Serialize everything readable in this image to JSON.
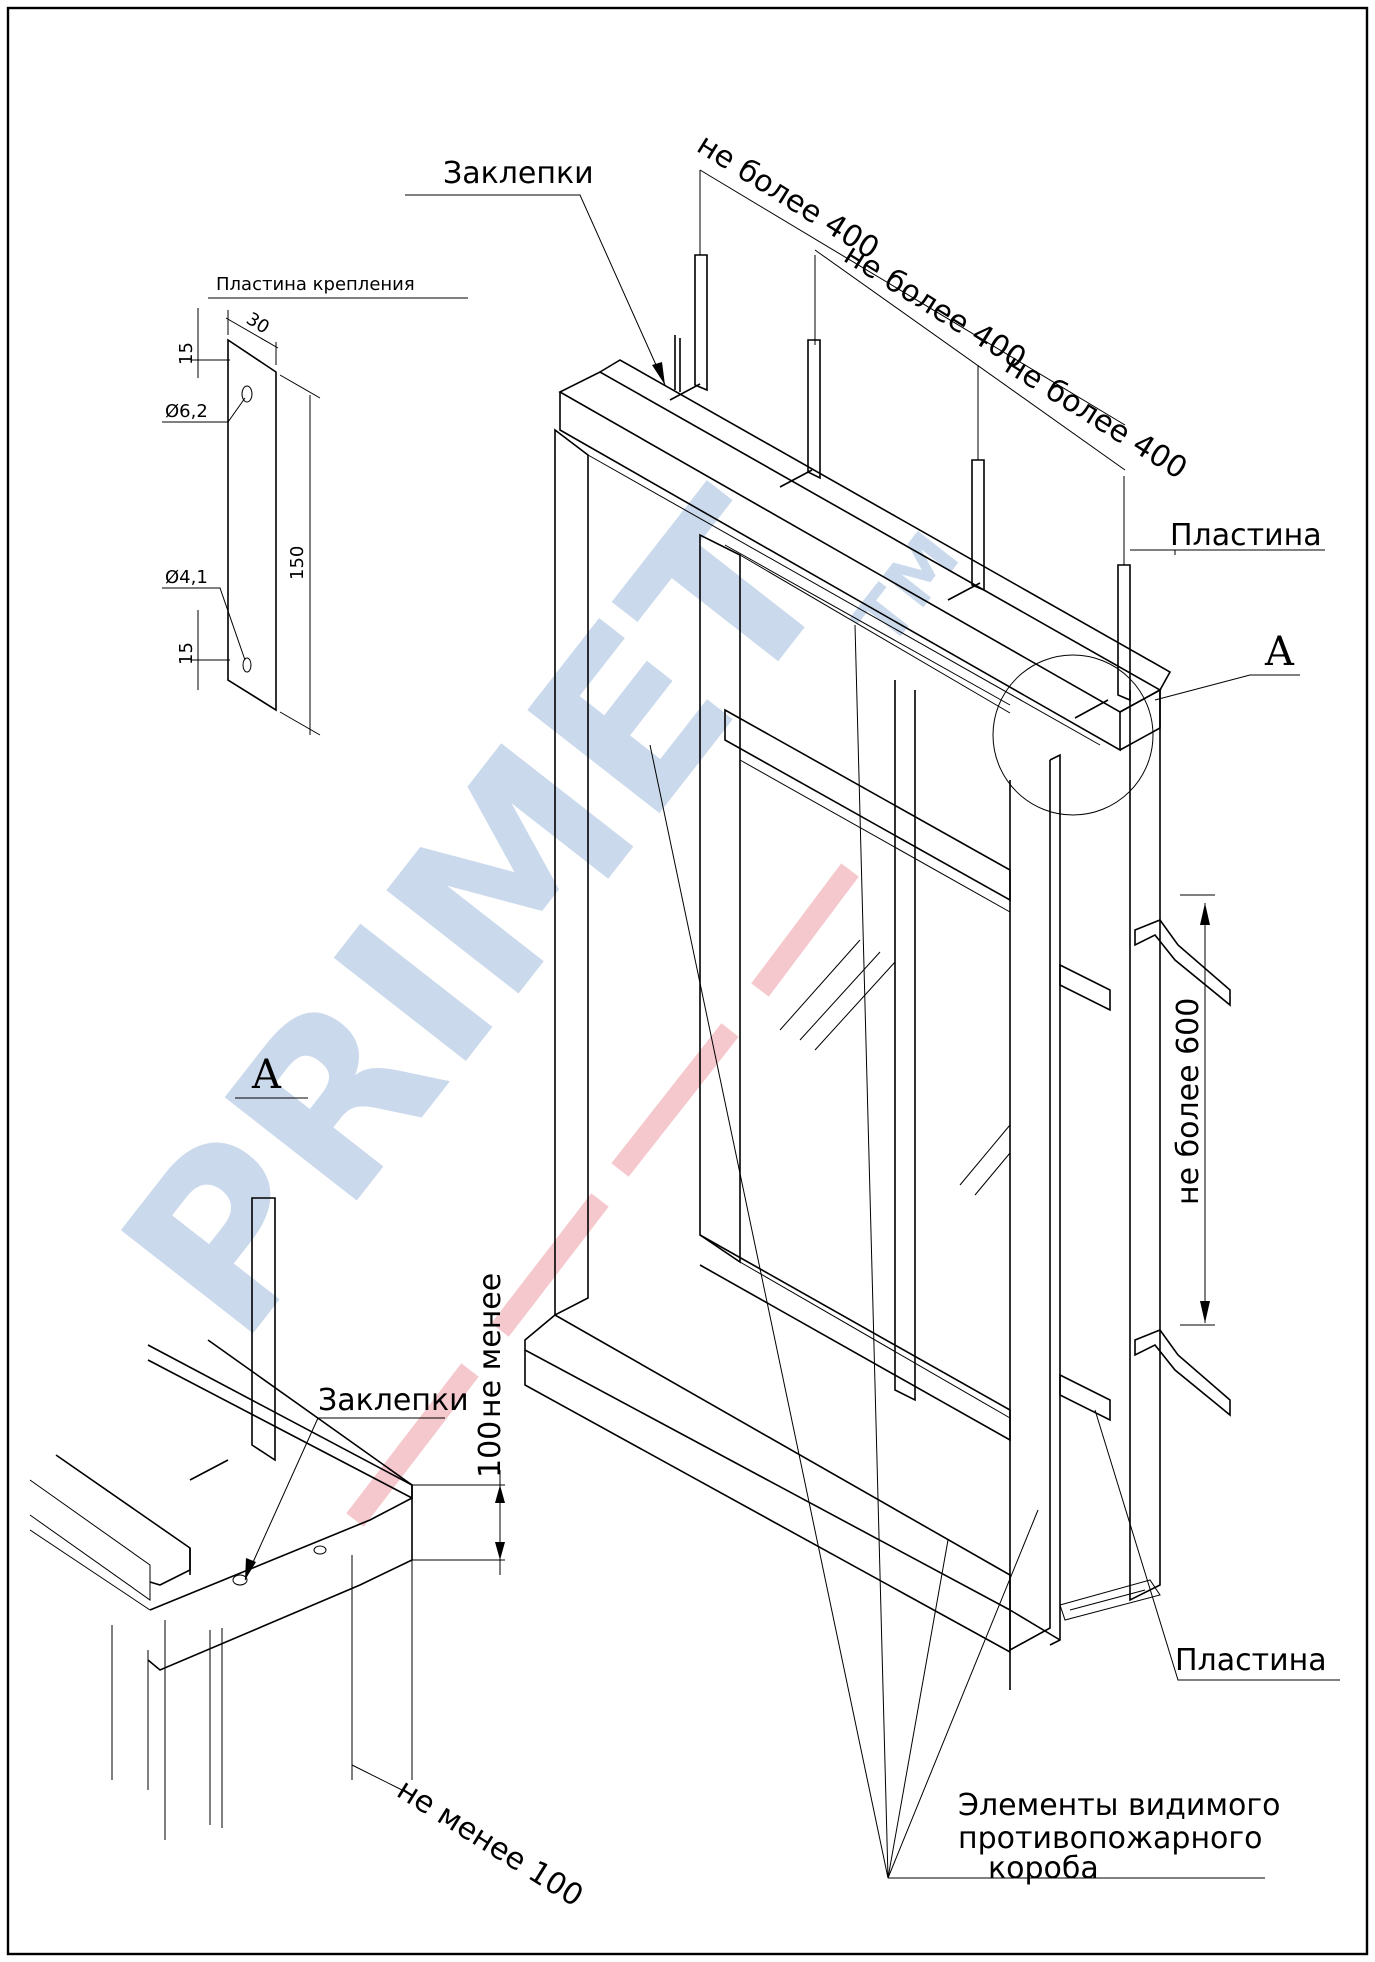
{
  "labels": {
    "rivets_top": "Заклепки",
    "rivets_detail": "Заклепки",
    "fix_plate_title": "Пластина крепления",
    "plate_right_top": "Пластина",
    "plate_right_bottom": "Пластина",
    "view_a_marker": "A",
    "view_a_title": "A",
    "box_elements": [
      "Элементы видимого",
      "противопожарного",
      "короба"
    ]
  },
  "dimensions": {
    "spacing_1": "не более 400",
    "spacing_2": "не более 400",
    "spacing_3": "не более 400",
    "vertical_spacing": "не более 600",
    "plate_width": "30",
    "plate_length": "150",
    "plate_edge_top": "15",
    "plate_edge_bottom": "15",
    "hole_large": "Ø6,2",
    "hole_small": "Ø4,1",
    "min_depth_vertical_value": "100",
    "min_depth_vertical_text": "не менее",
    "min_depth_horizontal": "не менее 100"
  },
  "watermark": {
    "text": "PRIMET",
    "tm": "TM",
    "color_main": "#b9cde6",
    "color_accent": "#f2b6bd"
  },
  "colors": {
    "ink": "#000000",
    "paper": "#ffffff"
  }
}
